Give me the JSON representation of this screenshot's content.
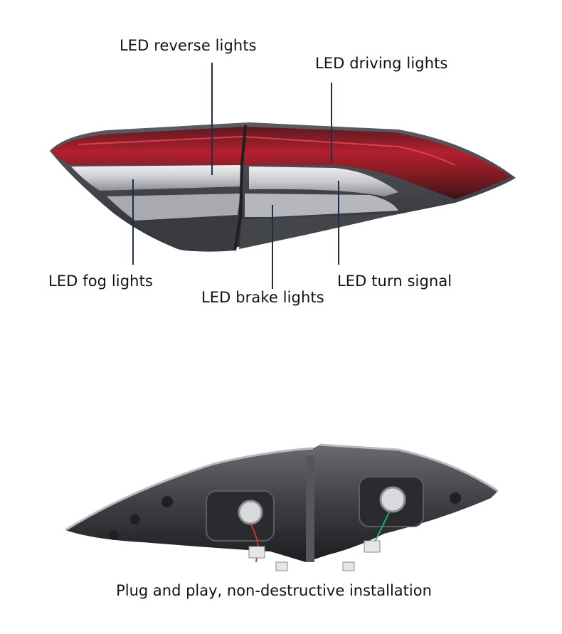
{
  "labels": {
    "reverse": "LED reverse lights",
    "driving": "LED driving lights",
    "fog": "LED fog lights",
    "brake": "LED brake lights",
    "turn": "LED turn signal"
  },
  "caption": "Plug and play, non-destructive installation",
  "colors": {
    "leader_line": "#1d2f4a",
    "lamp_red": "#8c1c24",
    "housing_gray": "#3e3f44"
  }
}
